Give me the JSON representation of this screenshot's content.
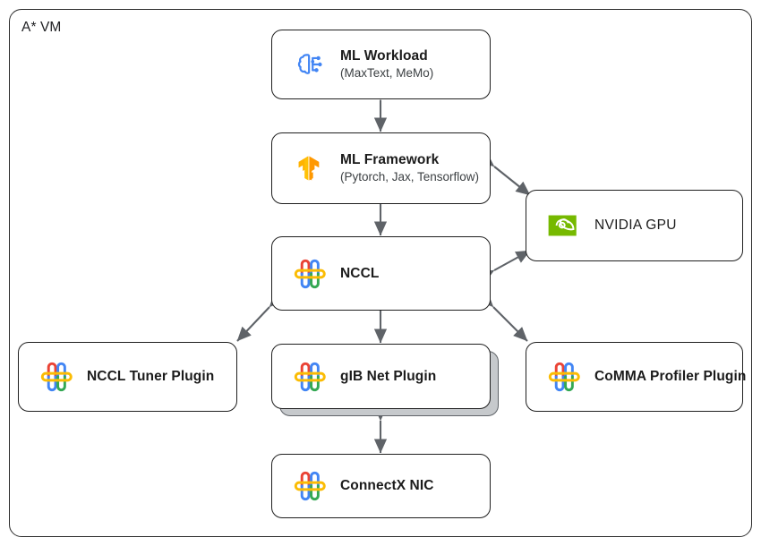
{
  "diagram": {
    "container": {
      "label": "A* VM"
    },
    "colors": {
      "box_border": "#1f1f1f",
      "container_border": "#2b2b2b",
      "arrow": "#5f6368",
      "stack_shadow": "#c6c9cc",
      "ml_workload_icon": "#4285f4",
      "ml_framework_icon": "#ff9e0b",
      "nvidia_green": "#76b900",
      "nccl_red": "#ea4335",
      "nccl_blue": "#4285f4",
      "nccl_yellow": "#fbbc04",
      "nccl_green": "#34a853"
    },
    "nodes": [
      {
        "id": "ml-workload",
        "title": "ML Workload",
        "subtitle": "(MaxText, MeMo)",
        "icon": "brain-circuit-icon"
      },
      {
        "id": "ml-framework",
        "title": "ML Framework",
        "subtitle": "(Pytorch, Jax, Tensorflow)",
        "icon": "tensorflow-icon"
      },
      {
        "id": "nccl",
        "title": "NCCL",
        "subtitle": "",
        "icon": "nccl-links-icon"
      },
      {
        "id": "nvidia-gpu",
        "title": "NVIDIA GPU",
        "subtitle": "",
        "icon": "nvidia-eye-icon"
      },
      {
        "id": "nccl-tuner-plugin",
        "title": "NCCL Tuner Plugin",
        "subtitle": "",
        "icon": "nccl-links-icon"
      },
      {
        "id": "gib-net-plugin",
        "title": "gIB Net Plugin",
        "subtitle": "",
        "icon": "nccl-links-icon"
      },
      {
        "id": "comma-profiler-plugin",
        "title": "CoMMA Profiler Plugin",
        "subtitle": "",
        "icon": "nccl-links-icon"
      },
      {
        "id": "connectx-nic",
        "title": "ConnectX NIC",
        "subtitle": "",
        "icon": "nccl-links-icon"
      }
    ],
    "connections": [
      {
        "from": "ml-workload",
        "to": "ml-framework",
        "bidirectional": true
      },
      {
        "from": "ml-framework",
        "to": "nccl",
        "bidirectional": true
      },
      {
        "from": "ml-framework",
        "to": "nvidia-gpu",
        "bidirectional": true
      },
      {
        "from": "nccl",
        "to": "nvidia-gpu",
        "bidirectional": true
      },
      {
        "from": "nccl",
        "to": "nccl-tuner-plugin",
        "bidirectional": true
      },
      {
        "from": "nccl",
        "to": "gib-net-plugin",
        "bidirectional": true
      },
      {
        "from": "nccl",
        "to": "comma-profiler-plugin",
        "bidirectional": true
      },
      {
        "from": "gib-net-plugin",
        "to": "connectx-nic",
        "bidirectional": true
      }
    ]
  }
}
